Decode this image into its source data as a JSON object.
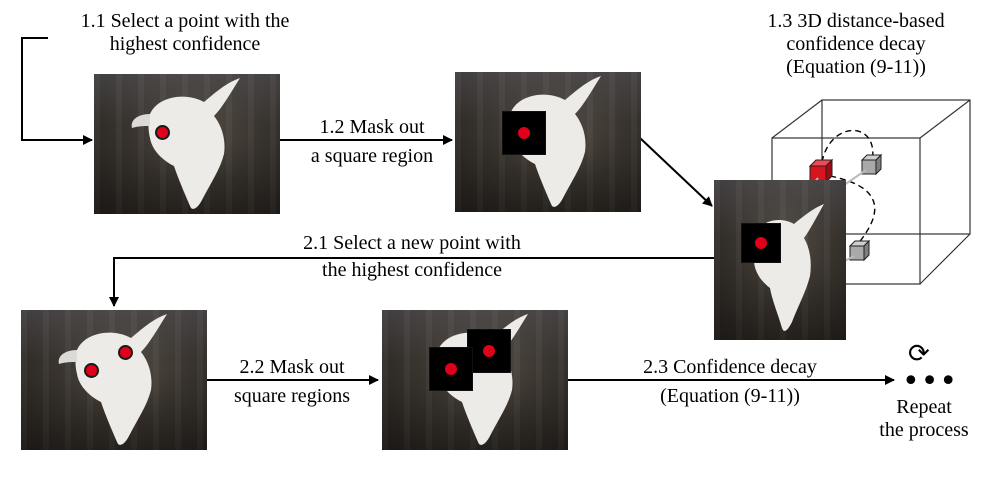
{
  "labels": {
    "step_1_1": [
      "1.1 Select a point with the",
      "highest confidence"
    ],
    "step_1_2": [
      "1.2 Mask out",
      "a square region"
    ],
    "step_1_3": [
      "1.3 3D distance-based",
      "confidence decay",
      "(Equation (9-11))"
    ],
    "step_2_1": [
      "2.1 Select a new point with",
      "the highest confidence"
    ],
    "step_2_2": [
      "2.2 Mask out",
      "square regions"
    ],
    "step_2_3": [
      "2.3 Confidence decay",
      "(Equation (9-11))"
    ],
    "repeat": [
      "Repeat",
      "the process"
    ]
  },
  "icons": {
    "cycle": "cycle-arrows-icon",
    "ellipsis": "ellipsis-icon"
  },
  "colors": {
    "selected_point": "#e0001a",
    "selected_voxel": "#d9141e",
    "neighbor_voxel": "#a9a9a9"
  }
}
